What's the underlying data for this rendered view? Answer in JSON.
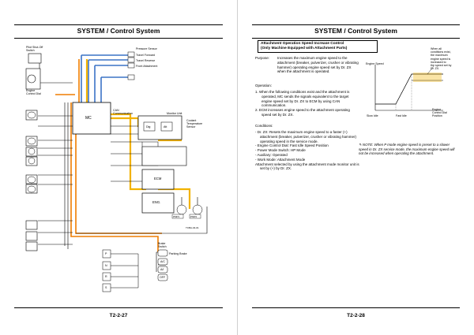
{
  "left_page": {
    "header": "SYSTEM / Control System",
    "footer": "T2-2-27",
    "labels": {
      "pilot_shutoff": [
        "Pilot Shut-Off",
        "Switch"
      ],
      "pressure_sensor": "Pressure Sensor",
      "travel_forward": "Travel Forward",
      "travel_reverse": "Travel Reverse",
      "front_attachment": "Front Attachment",
      "engine_control_dial": [
        "Engine",
        "Control Dial"
      ],
      "mc": "MC",
      "can_communication": [
        "CAN",
        "Communication"
      ],
      "monitor_unit": "Monitor Unit",
      "coolant_sensor": [
        "Coolant",
        "Temperature",
        "Sensor"
      ],
      "dig": "Dig",
      "att": "Att",
      "ecm": "ECM",
      "eng": "ENG.",
      "brake_switch": [
        "Brake",
        "Switch"
      ],
      "parking_brake": "Parking Brake",
      "ac": "A/C",
      "off": "OFF",
      "auto": "A/I",
      "p_key": "P",
      "n_key": "N",
      "r_key": "R",
      "s_key": "S",
      "pump1": "PMP1",
      "pump2": "PMP2",
      "fig_code": "TCBA-04-01"
    }
  },
  "right_page": {
    "header": "SYSTEM / Control System",
    "footer": "T2-2-28",
    "title_lines": [
      "Attachment Operation Speed Increase Control",
      "(Only Machine Equipped with Attachment Parts)"
    ],
    "purpose_label": "Purpose:",
    "purpose_text": "Increases the maximum engine speed to the attachment (breaker, pulverizer, crusher or vibrating hammer) operating engine speed set by Dr. ZX when the attachment is operated.",
    "operation_heading": "Operation:",
    "operation_items": [
      "1. When the following conditions exist and the attachment is operated, MC sends the signals equivalent to the target engine speed set by Dr. ZX to ECM by using CAN communication.",
      "2. ECM increases engine speed to the attachment operating speed set by Dr. ZX."
    ],
    "conditions_heading": "Conditions:",
    "conditions_items": [
      "- Dr. ZX: Resets the maximum engine speed to a faster (+) attachment (breaker, pulverizer, crusher or vibrating hammer) operating speed in the service mode.",
      "- Engine Control Dial: Fast Idle Speed Position",
      "- Power Mode Switch: HP Mode",
      "- Auxiliary: Operated",
      "- Work Mode: Attachment Mode",
      "  Attachment selected by using the attachment mode monitor unit is set by (+) by Dr. ZX."
    ],
    "note_label": "NOTE:",
    "note_text": "When P mode engine speed is preset to a slower speed in Dr. ZX service mode, the maximum engine speed will not be increased when operating the attachment.",
    "graph": {
      "y_label": "Engine Speed",
      "x_slow": "Slow Idle",
      "x_fast": "Fast Idle",
      "x_axis": [
        "Engine",
        "Control Dial",
        "Position"
      ],
      "annotation": [
        "When all",
        "conditions exist,",
        "the maximum",
        "engine speed is",
        "increased to",
        "the speed set by",
        "Dr. ZX."
      ]
    }
  }
}
